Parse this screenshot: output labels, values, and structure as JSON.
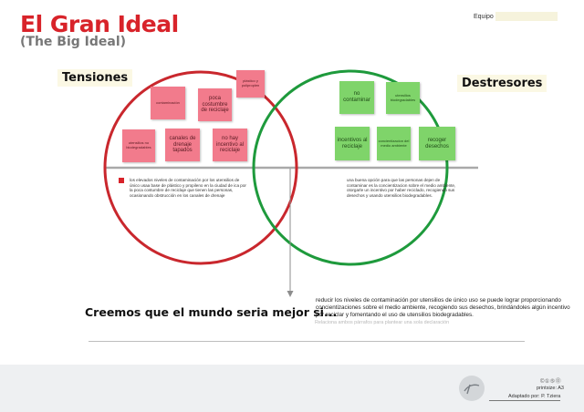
{
  "header": {
    "title": "El Gran Ideal",
    "subtitle": "(The Big Ideal)",
    "team_label": "Equipo"
  },
  "sections": {
    "tensions_label": "Tensiones",
    "destressors_label": "Destresores"
  },
  "tension_notes": [
    "contaminación",
    "poca costumbre de reciclaje",
    "plástico y poliproplen",
    "utensilios no biodegradables",
    "canales de drenaje tapados",
    "no hay incentivo al reciclaje"
  ],
  "destressor_notes": [
    "no contaminar",
    "utensilios biodegradables",
    "incentivos al reciclaje",
    "concientizacion del medio ambiente",
    "recoger desechos"
  ],
  "tension_text": "los elevados niveles de contaminación por los utensilios de único usaa base de plástico y propileno en la ciudad de ica por la poca costumbre de reciclaje que tienen las personas, ocasionando obstrucción en los canales de drenaje",
  "destressor_text": "una buena opción para que las personas dejen de contaminar es la concientizacion sobre el medio ambiente, otorgarle un incentivo por haber reciclado, recogiendo sus desechos y usando utensilios biodegradables.",
  "statement": {
    "prompt": "Creemos que el mundo seria mejor si...",
    "answer": "reducir los niveles de contaminación por utensilios de único uso se puede lograr proporcionando concientizaciones sobre el medio ambiente, recogiendo sus desechos, brindándoles algún incentivo por reciclar y fomentando el uso de utensilios biodegradables.",
    "hint": "Relaciona ambos párrafos para plantear una sola declaración"
  },
  "footer": {
    "license_icons": "©①⑤⓪",
    "print_size": "printsize: A3",
    "adapted_by": "Adaptado por: P. Tziera"
  },
  "colors": {
    "title_red": "#d8232a",
    "tension_circle": "#c9272d",
    "destressor_circle": "#1e9a3c",
    "note_pink": "#f27b8c",
    "note_green": "#7fd46a"
  }
}
